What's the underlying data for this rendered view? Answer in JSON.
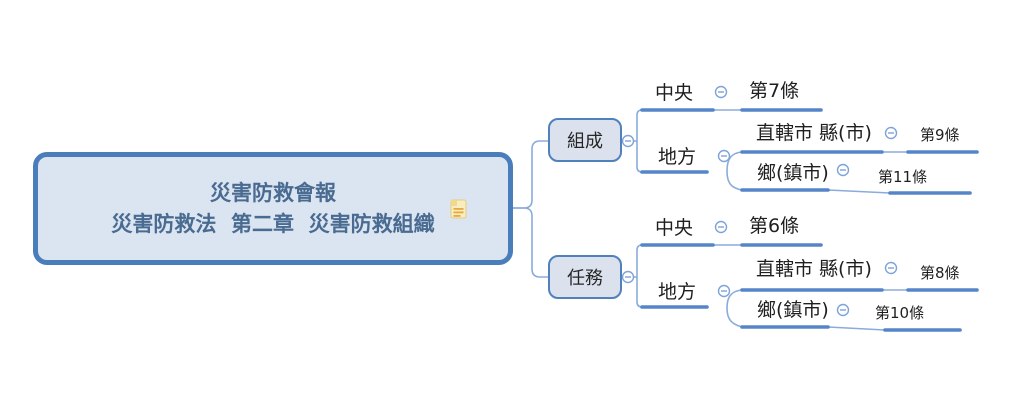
{
  "diagram": {
    "type": "mindmap",
    "root": {
      "label_line1": "災害防救會報",
      "label_line2": "災害防救法  第二章  災害防救組織",
      "has_note": true
    },
    "branches": [
      {
        "label": "組成",
        "children": [
          {
            "label": "中央",
            "children": [
              {
                "label": "第7條"
              }
            ]
          },
          {
            "label": "地方",
            "children": [
              {
                "label": "直轄市 縣(市)",
                "children": [
                  {
                    "label": "第9條"
                  }
                ]
              },
              {
                "label": "鄉(鎮市)",
                "children": [
                  {
                    "label": "第11條"
                  }
                ]
              }
            ]
          }
        ]
      },
      {
        "label": "任務",
        "children": [
          {
            "label": "中央",
            "children": [
              {
                "label": "第6條"
              }
            ]
          },
          {
            "label": "地方",
            "children": [
              {
                "label": "直轄市 縣(市)",
                "children": [
                  {
                    "label": "第8條"
                  }
                ]
              },
              {
                "label": "鄉(鎮市)",
                "children": [
                  {
                    "label": "第10條"
                  }
                ]
              }
            ]
          }
        ]
      }
    ],
    "colors": {
      "root_border": "#4a7ebb",
      "node_border": "#4f81bd",
      "node_fill": "#dbe5f1",
      "branch_fill": "#dbe2ee",
      "line_thick": "#5585c8",
      "line_thin": "#8aabdb",
      "toggle_stroke": "#7da3d8",
      "root_text": "#4a6b91",
      "text": "#1f1f1f",
      "note_fill": "#f7edc0",
      "note_stripe": "#e8a93e"
    }
  }
}
